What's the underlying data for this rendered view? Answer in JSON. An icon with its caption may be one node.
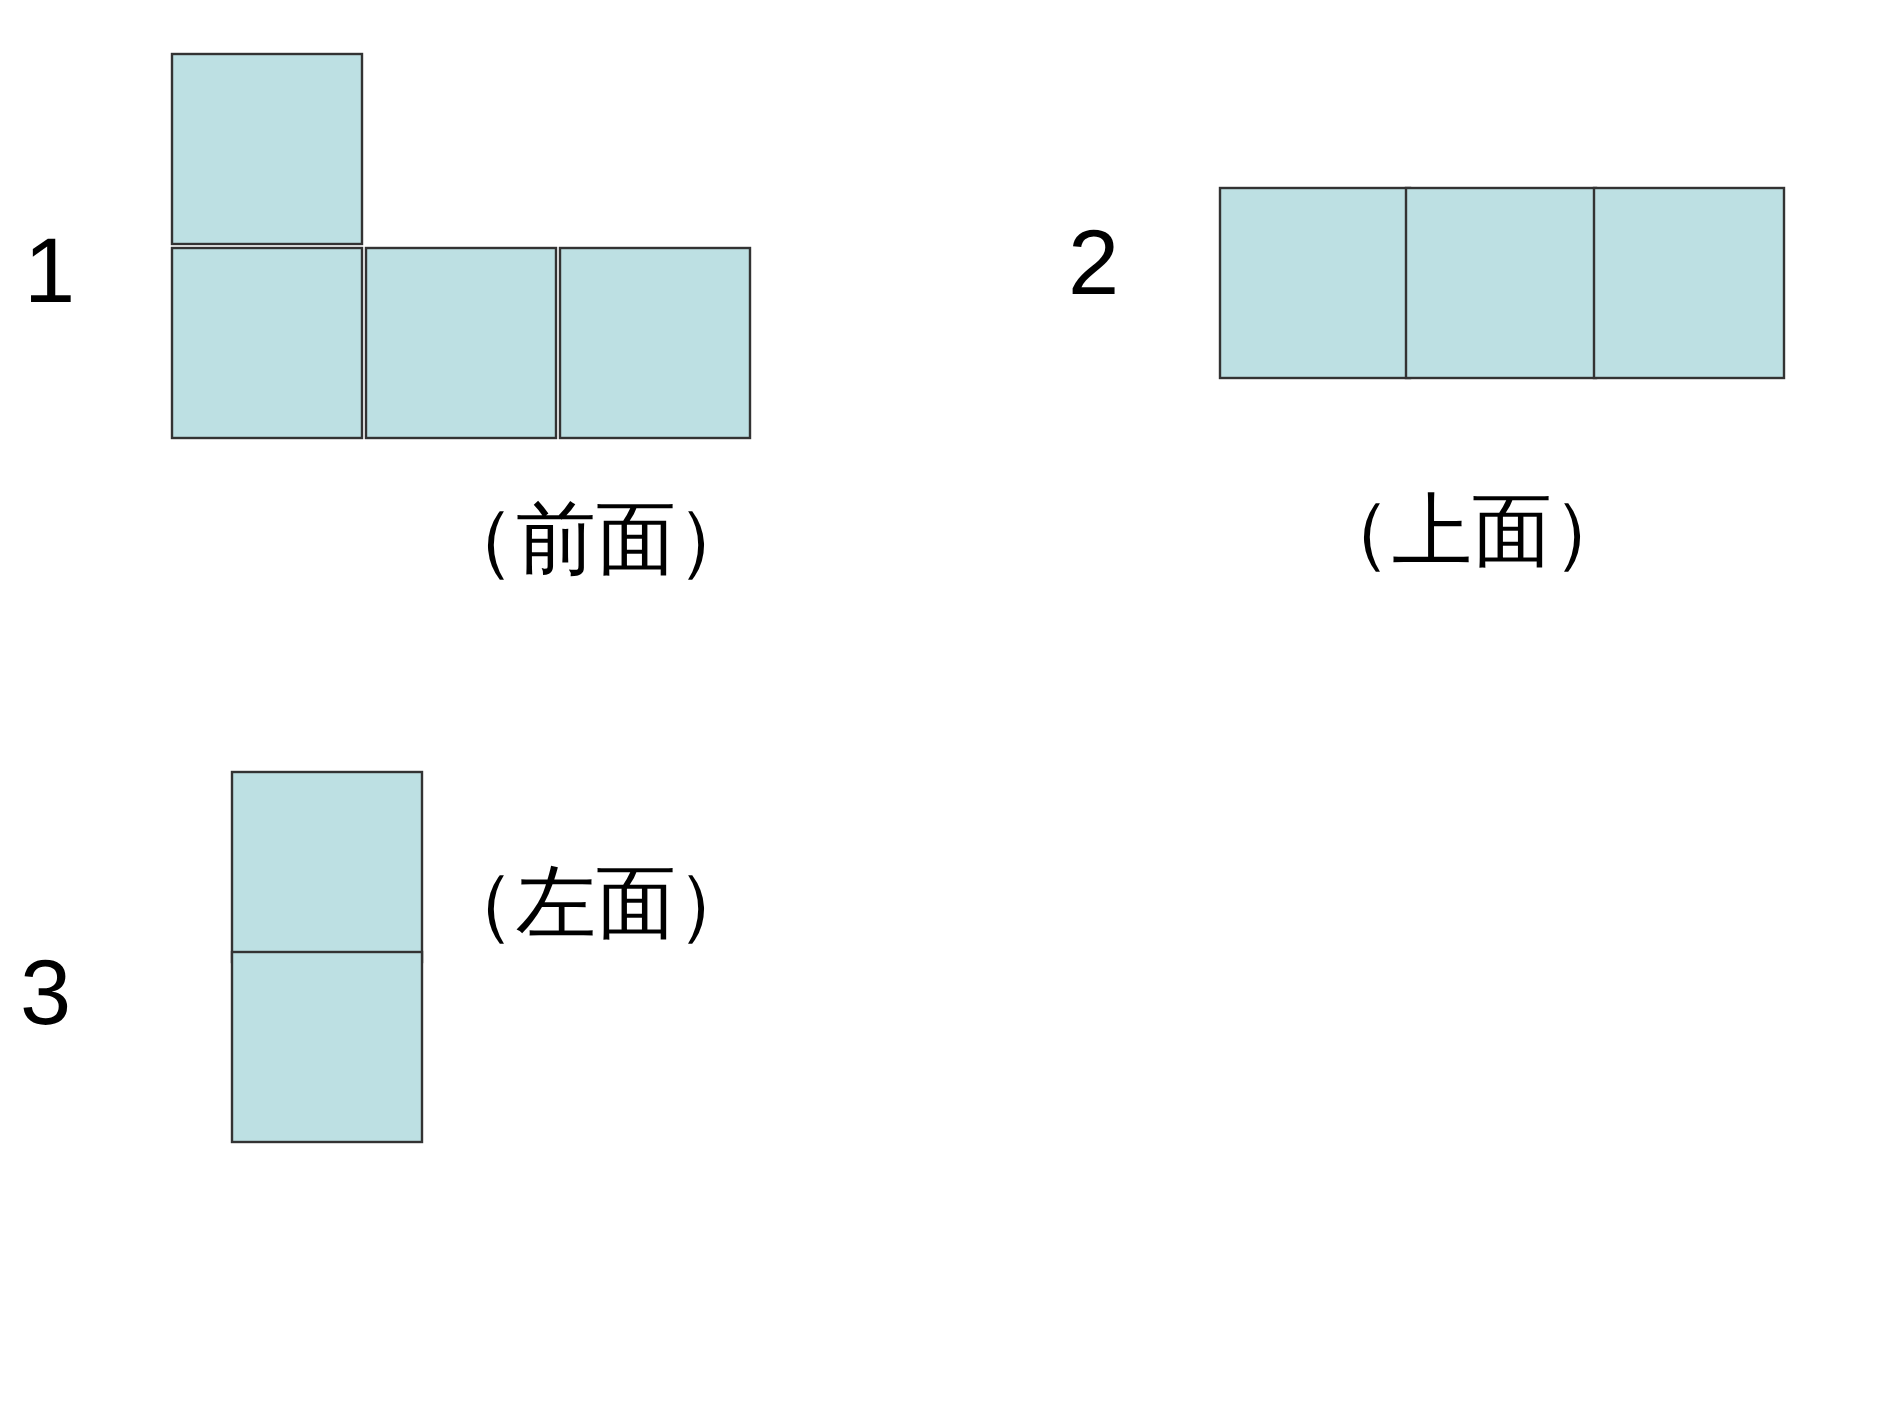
{
  "diagram": {
    "labels": [
      "1",
      "（前面）",
      "2",
      "（上面）",
      "（左面）",
      "3"
    ]
  }
}
